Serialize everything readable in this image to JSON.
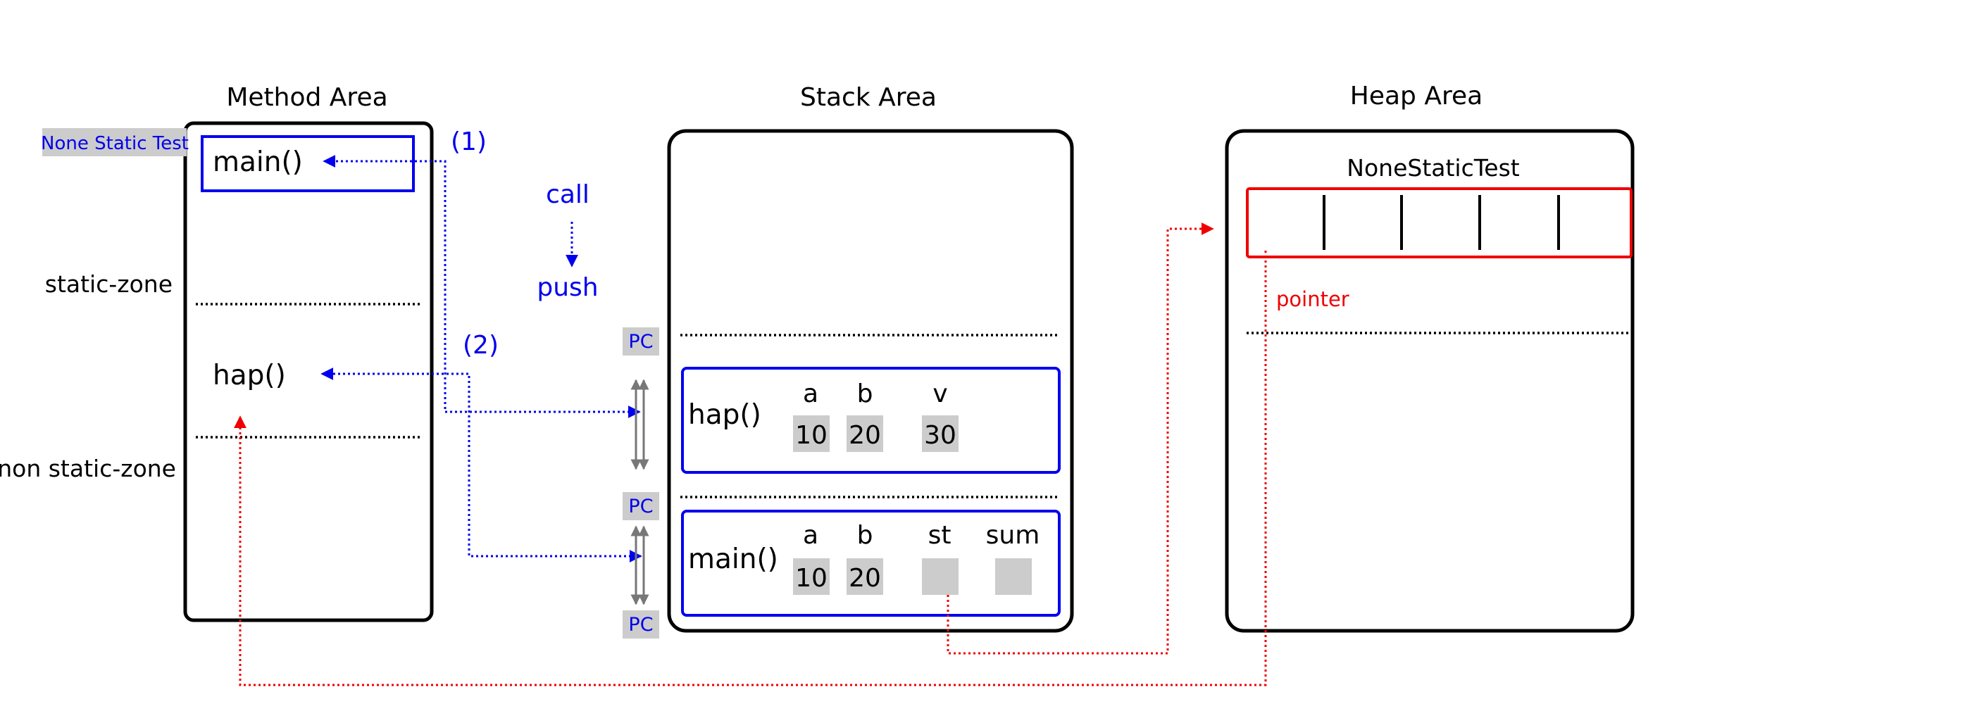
{
  "titles": {
    "method_area": "Method Area",
    "stack_area": "Stack Area",
    "heap_area": "Heap Area"
  },
  "method_area": {
    "class_tag": "None Static Test",
    "main_method": "main()",
    "static_zone_label": "static-zone",
    "hap_method": "hap()",
    "non_static_zone_label": "non static-zone"
  },
  "annotations": {
    "step1": "(1)",
    "step2": "(2)",
    "call": "call",
    "push": "push",
    "pc_label": "PC",
    "pointer": "pointer"
  },
  "stack_area": {
    "hap_frame": {
      "name": "hap()",
      "vars": [
        {
          "name": "a",
          "value": "10"
        },
        {
          "name": "b",
          "value": "20"
        },
        {
          "name": "v",
          "value": "30"
        }
      ]
    },
    "main_frame": {
      "name": "main()",
      "vars": [
        {
          "name": "a",
          "value": "10"
        },
        {
          "name": "b",
          "value": "20"
        },
        {
          "name": "st",
          "value": ""
        },
        {
          "name": "sum",
          "value": ""
        }
      ]
    }
  },
  "heap_area": {
    "object_name": "NoneStaticTest"
  },
  "colors": {
    "blue": "#0000ee",
    "red": "#ee0000",
    "gray_box": "#cccccc",
    "black": "#000000"
  }
}
